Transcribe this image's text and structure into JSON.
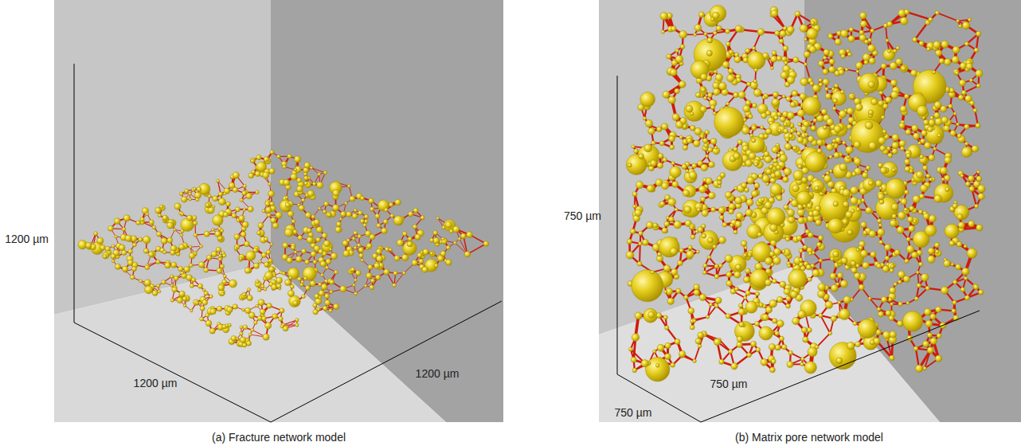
{
  "diagram": {
    "labels": [
      "1200 µm",
      "1200 µm",
      "1200 µm",
      "(a) Fracture network model",
      "750 µm",
      "750 µm",
      "750 µm",
      "(b) Matrix pore network model"
    ]
  }
}
